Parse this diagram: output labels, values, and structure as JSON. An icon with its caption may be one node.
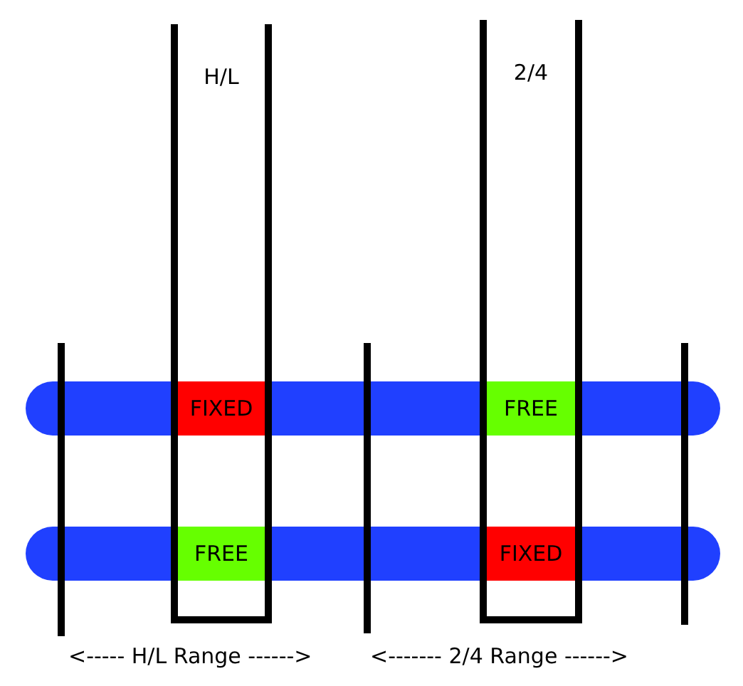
{
  "diagram": {
    "nodes": [
      {
        "text": [
          "H/L"
        ]
      },
      {
        "text": [
          "2/4"
        ]
      },
      {
        "text": [
          "FIXED"
        ],
        "in": 0
      },
      {
        "text": [
          "FREE"
        ],
        "in": 1
      },
      {
        "text": [
          "FREE"
        ],
        "in": 0
      },
      {
        "text": [
          "FIXED"
        ],
        "in": 1
      }
    ],
    "labels": [
      "<----- H/L Range ------>",
      "<------- 2/4 Range ------>"
    ]
  }
}
